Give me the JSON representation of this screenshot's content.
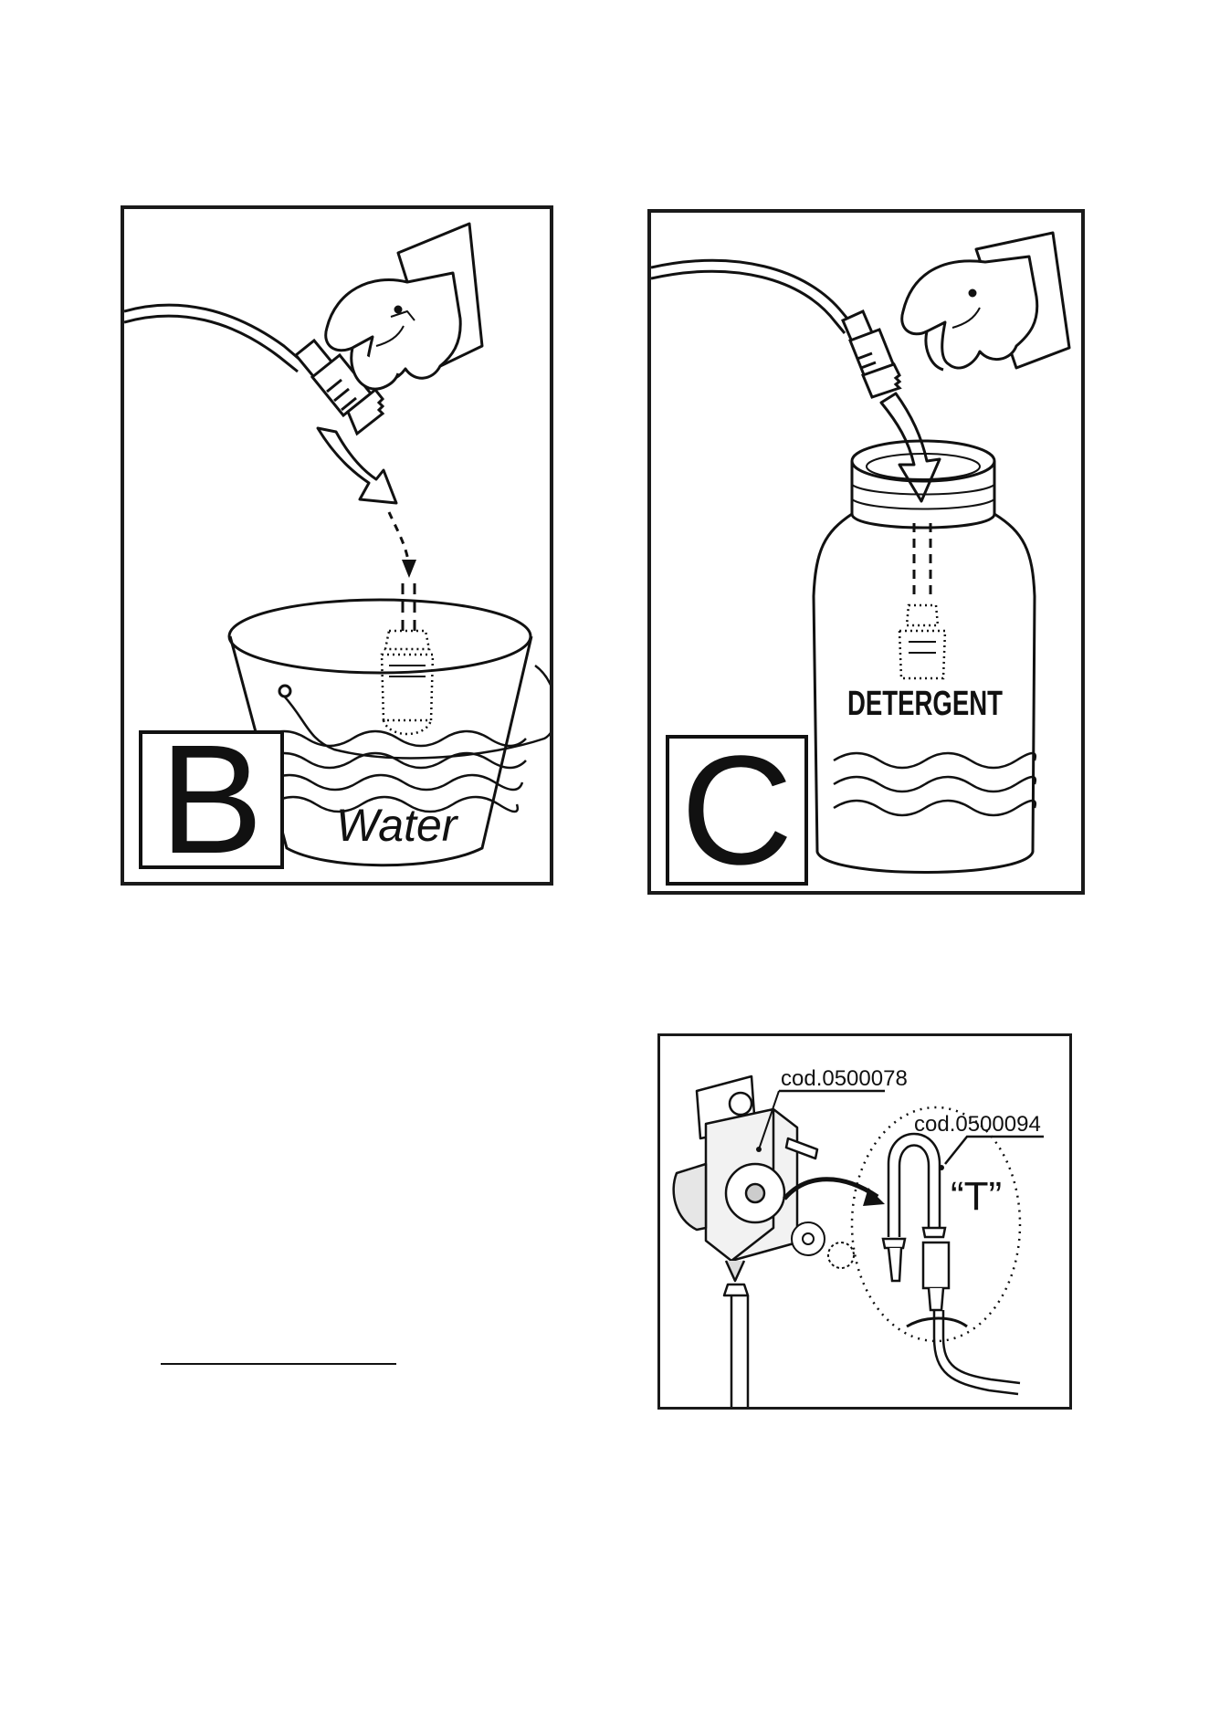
{
  "panels": {
    "b": {
      "letter": "B",
      "liquid_label": "Water"
    },
    "c": {
      "letter": "C",
      "liquid_label": "DETERGENT"
    },
    "t": {
      "part_code_pump": "cod.0500078",
      "part_code_tube": "cod.0500094",
      "tube_label": "“T”"
    }
  },
  "icons": [
    "hand-icon",
    "hose-icon",
    "arrow-icon",
    "bucket-icon",
    "bottle-icon",
    "pump-icon",
    "t-tube-icon"
  ]
}
